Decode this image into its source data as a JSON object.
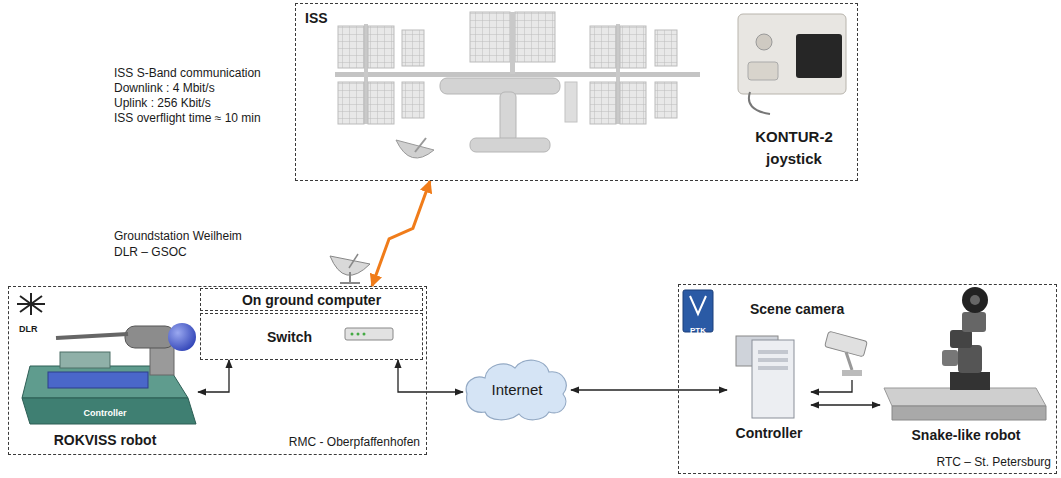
{
  "diagram": {
    "nodes": [
      {
        "text": [
          "ISS"
        ]
      },
      {
        "text": [
          "RMC - Oberpfaffenhofen"
        ]
      },
      {
        "text": [
          "On ground computer"
        ],
        "in": 1
      },
      {
        "text": [
          "Switch"
        ],
        "in": 1
      },
      {
        "text": [
          "ROKVISS robot"
        ],
        "in": 1
      },
      {
        "text": [
          "Internet"
        ]
      },
      {
        "text": [
          "RTC – St. Petersburg"
        ]
      },
      {
        "text": [
          "Controller"
        ],
        "in": 6
      },
      {
        "text": [
          "Scene camera"
        ],
        "in": 6
      },
      {
        "text": [
          "Snake-like robot"
        ],
        "in": 6
      }
    ],
    "edges": [
      {
        "from": 0,
        "to": 1,
        "arrow": "both"
      },
      {
        "from": 4,
        "to": 3,
        "arrow": "both"
      },
      {
        "from": 3,
        "to": 5,
        "arrow": "both"
      },
      {
        "from": 5,
        "to": 7,
        "arrow": "both"
      },
      {
        "from": 8,
        "to": 7,
        "arrow": "to"
      },
      {
        "from": 7,
        "to": 9,
        "arrow": "both"
      }
    ],
    "labels": [
      "ISS S-Band communication",
      "Downlink : 4 Mbit/s",
      "Uplink : 256 Kbit/s",
      "ISS overflight time ≈ 10 min",
      "Groundstation Weilheim",
      "DLR – GSOC",
      "KONTUR-2 joystick",
      "DLR",
      "Controller",
      "PTK"
    ]
  }
}
